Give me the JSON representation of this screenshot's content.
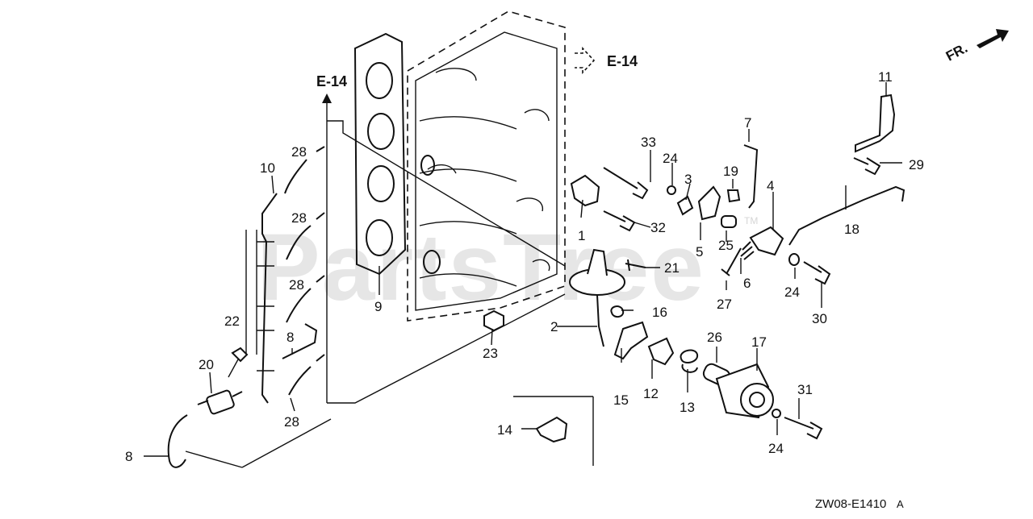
{
  "watermark": "PartsTree",
  "watermark_mark": "TM",
  "front_indicator": "FR.",
  "ref_left": "E-14",
  "ref_top": "E-14",
  "diagram_code": "ZW08-E1410",
  "diagram_code_suffix": "A",
  "callouts": {
    "c1": "1",
    "c2": "2",
    "c3": "3",
    "c4": "4",
    "c5": "5",
    "c6": "6",
    "c7": "7",
    "c8a": "8",
    "c8b": "8",
    "c9": "9",
    "c10": "10",
    "c11": "11",
    "c12": "12",
    "c13": "13",
    "c14": "14",
    "c15": "15",
    "c16": "16",
    "c17": "17",
    "c18": "18",
    "c19": "19",
    "c20": "20",
    "c21": "21",
    "c22": "22",
    "c23": "23",
    "c24a": "24",
    "c24b": "24",
    "c24c": "24",
    "c25": "25",
    "c26": "26",
    "c27": "27",
    "c28a": "28",
    "c28b": "28",
    "c28c": "28",
    "c28d": "28",
    "c29": "29",
    "c30": "30",
    "c31": "31",
    "c32": "32",
    "c33": "33"
  }
}
